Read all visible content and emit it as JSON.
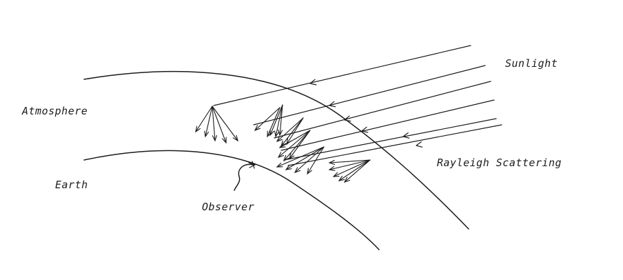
{
  "labels": {
    "sunlight": "Sunlight",
    "atmosphere": "Atmosphere",
    "rayleigh": "Rayleigh Scattering",
    "earth": "Earth",
    "observer": "Observer"
  },
  "icons": {
    "observer_marker": "star-marker-icon"
  }
}
